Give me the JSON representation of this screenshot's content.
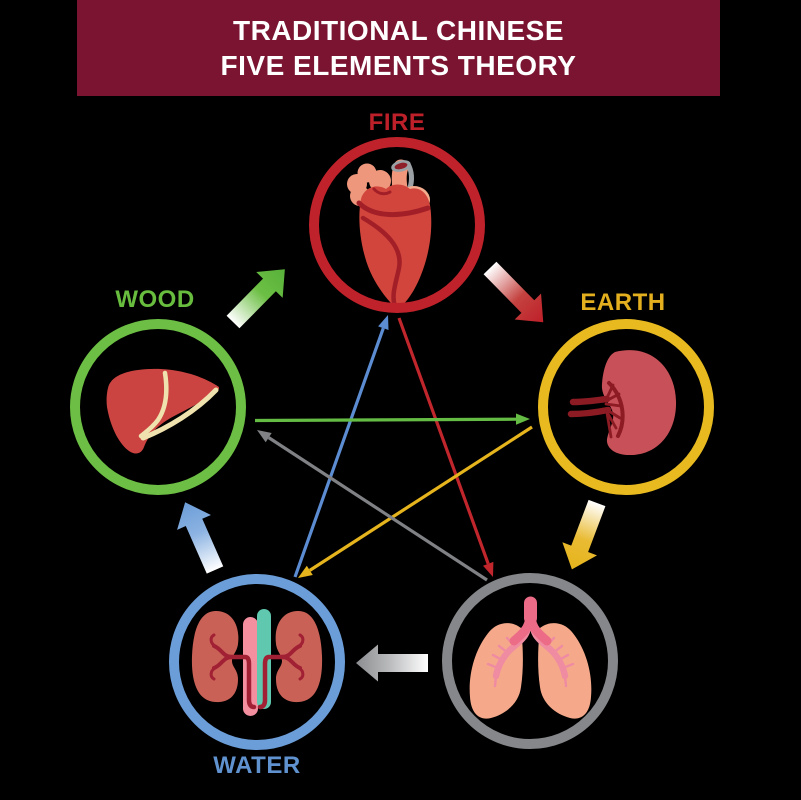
{
  "title": {
    "line1": "TRADITIONAL CHINESE",
    "line2": "FIVE ELEMENTS THEORY"
  },
  "banner": {
    "background": "#7a1431",
    "text_color": "#ffffff"
  },
  "background_color": "#000000",
  "elements": {
    "fire": {
      "label": "FIRE",
      "organ_icon": "heart-icon",
      "color": "#c0222b"
    },
    "earth": {
      "label": "EARTH",
      "organ_icon": "spleen-icon",
      "color": "#e8ba20"
    },
    "metal": {
      "label": "",
      "organ_icon": "lungs-icon",
      "color": "#85878a"
    },
    "water": {
      "label": "WATER",
      "organ_icon": "kidneys-icon",
      "color": "#6b9dd8"
    },
    "wood": {
      "label": "WOOD",
      "organ_icon": "liver-icon",
      "color": "#6cbf44"
    }
  },
  "cycles": {
    "generation": [
      {
        "from": "wood",
        "to": "fire"
      },
      {
        "from": "fire",
        "to": "earth"
      },
      {
        "from": "earth",
        "to": "metal"
      },
      {
        "from": "metal",
        "to": "water"
      },
      {
        "from": "water",
        "to": "wood"
      }
    ],
    "control": [
      {
        "from": "wood",
        "to": "earth"
      },
      {
        "from": "fire",
        "to": "metal"
      },
      {
        "from": "earth",
        "to": "water"
      },
      {
        "from": "metal",
        "to": "wood"
      },
      {
        "from": "water",
        "to": "fire"
      }
    ]
  }
}
